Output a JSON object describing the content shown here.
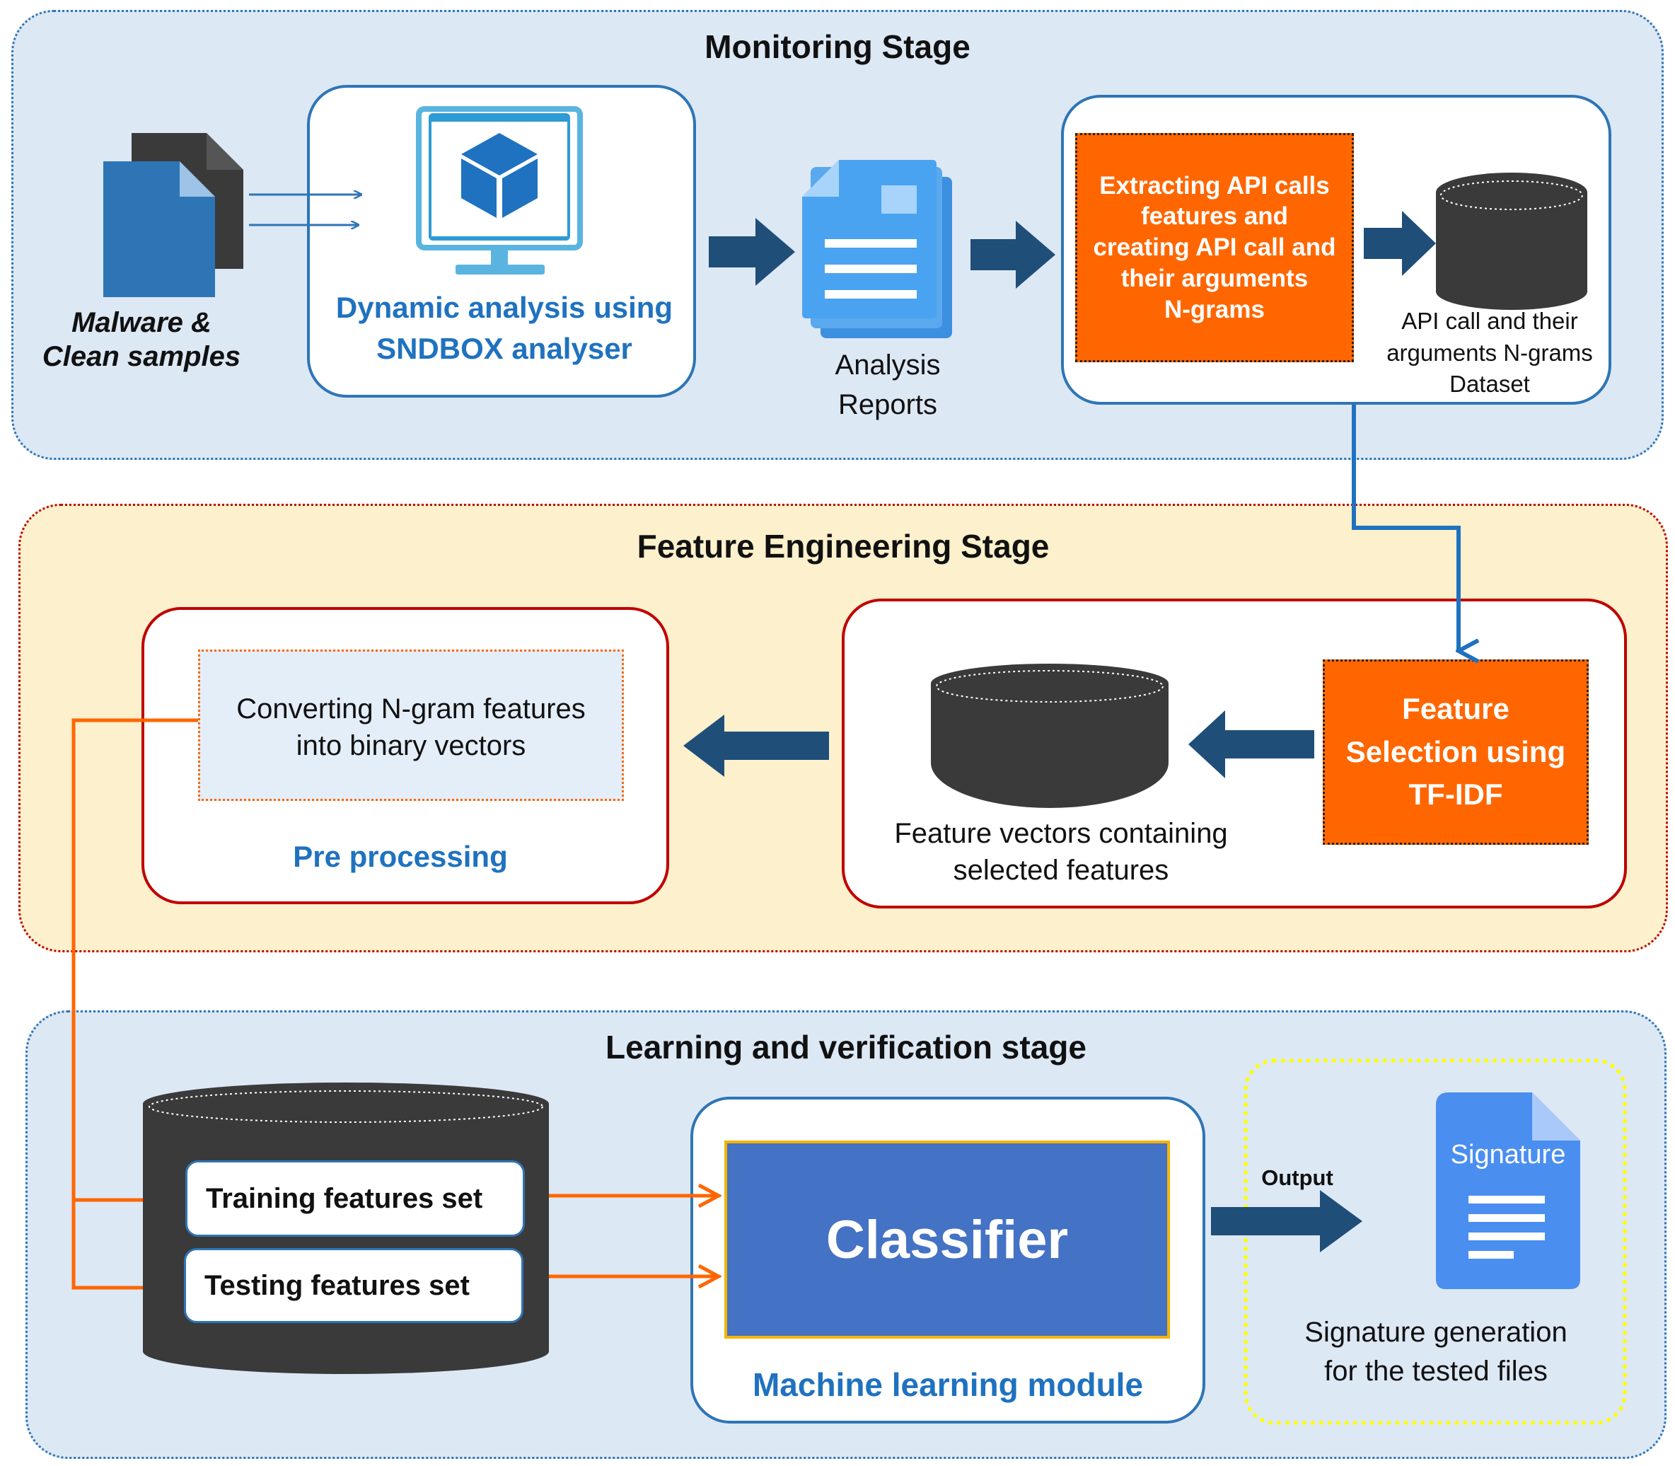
{
  "monitoring": {
    "title": "Monitoring Stage",
    "samples_label_line1": "Malware &",
    "samples_label_line2": "Clean samples",
    "sandbox_line1": "Dynamic analysis using",
    "sandbox_line2": "SNDBOX analyser",
    "reports_line1": "Analysis",
    "reports_line2": "Reports",
    "extract_lines": [
      "Extracting API calls",
      "features and",
      "creating API call and",
      "their arguments",
      "N-grams"
    ],
    "dataset_lines": [
      "API call and their",
      "arguments N-grams",
      "Dataset"
    ]
  },
  "feature_engineering": {
    "title": "Feature Engineering Stage",
    "converting_line1": "Converting N-gram features",
    "converting_line2": "into binary vectors",
    "preprocessing_label": "Pre processing",
    "vectors_line1": "Feature vectors containing",
    "vectors_line2": "selected features",
    "selection_lines": [
      "Feature",
      "Selection using",
      "TF-IDF"
    ]
  },
  "learning": {
    "title": "Learning and verification stage",
    "training_label": "Training features set",
    "testing_label": "Testing features set",
    "classifier_label": "Classifier",
    "ml_module_label": "Machine learning module",
    "output_label": "Output",
    "signature_label": "Signature",
    "signature_desc_line1": "Signature generation",
    "signature_desc_line2": "for the tested files"
  },
  "colors": {
    "stage_blue_bg": "#dde8f5",
    "stage_yellow_bg": "#fdf0cc",
    "accent_blue": "#1f72bf",
    "orange": "#ff6600",
    "navy_arrow": "#1f4e79",
    "classifier_bg": "#4472c4",
    "cylinder": "#3a3a3a",
    "signature_yellow_border": "#ffff00"
  }
}
